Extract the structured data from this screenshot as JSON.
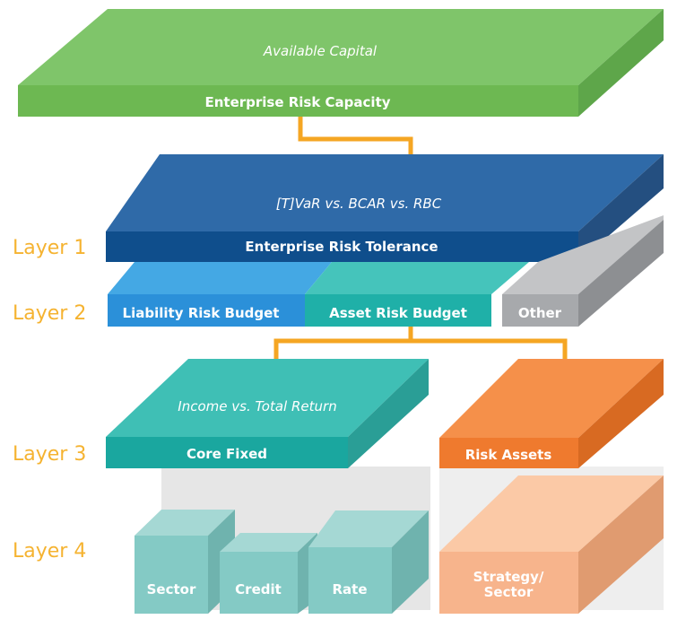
{
  "top": {
    "subtitle": "Available Capital",
    "label": "Enterprise Risk Capacity"
  },
  "tolerance": {
    "subtitle": "[T]VaR vs. BCAR vs. RBC",
    "label": "Enterprise Risk Tolerance"
  },
  "budgets": {
    "liability": "Liability Risk Budget",
    "asset": "Asset Risk Budget",
    "other": "Other"
  },
  "core": {
    "subtitle": "Income vs. Total Return",
    "label": "Core Fixed"
  },
  "risk_assets": {
    "label": "Risk Assets"
  },
  "blocks": {
    "sector": "Sector",
    "credit": "Credit",
    "rate": "Rate",
    "strategy_line1": "Strategy/",
    "strategy_line2": "Sector"
  },
  "layers": {
    "layer1": "Layer 1",
    "layer2": "Layer 2",
    "layer3": "Layer 3",
    "layer4": "Layer 4"
  },
  "colors": {
    "green": "#7dc462",
    "navy": "#1f4e8c",
    "teal": "#2bb5ad",
    "blue": "#2b90d9",
    "gray": "#a7a9ac",
    "orange": "#f47f34",
    "peach": "#f7b48c",
    "arrow": "#f5a623",
    "layer_text": "#f5b331"
  }
}
